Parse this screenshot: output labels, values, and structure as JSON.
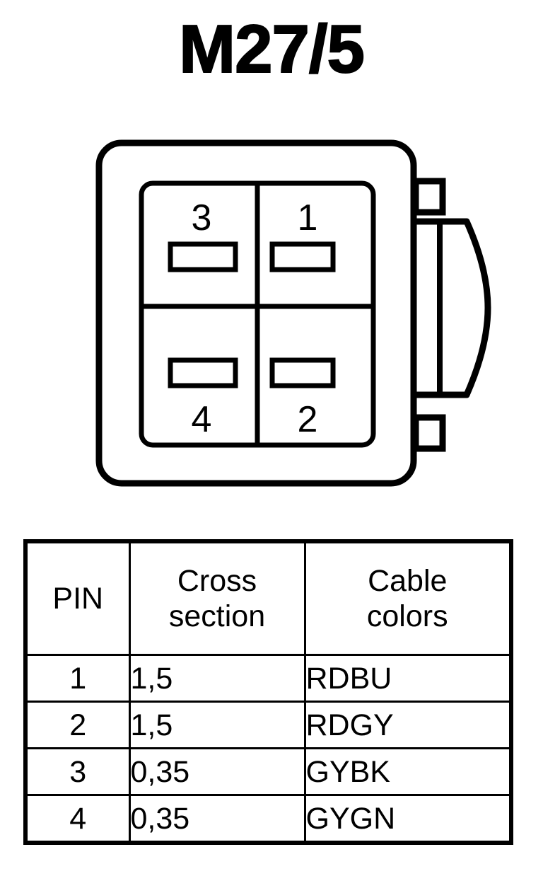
{
  "title": "M27/5",
  "connector": {
    "label": "connector-face-view",
    "cavities": [
      {
        "pin": "3",
        "position": "top-left",
        "number_position": "above-slot"
      },
      {
        "pin": "1",
        "position": "top-right",
        "number_position": "above-slot"
      },
      {
        "pin": "4",
        "position": "bottom-left",
        "number_position": "below-slot"
      },
      {
        "pin": "2",
        "position": "bottom-right",
        "number_position": "below-slot"
      }
    ],
    "latch": {
      "top_tab": "locking-tab-top",
      "bottom_tab": "locking-tab-bottom",
      "lever": "latch-lever"
    },
    "stroke_color": "#000000",
    "fill_color": "#ffffff"
  },
  "table": {
    "headers": {
      "pin": [
        "PIN"
      ],
      "cross_section": [
        "Cross",
        "section"
      ],
      "cable_colors": [
        "Cable",
        "colors"
      ]
    },
    "rows": [
      {
        "pin": "1",
        "cross_section": "1,5",
        "cable_colors": "RDBU"
      },
      {
        "pin": "2",
        "cross_section": "1,5",
        "cable_colors": "RDGY"
      },
      {
        "pin": "3",
        "cross_section": "0,35",
        "cable_colors": "GYBK"
      },
      {
        "pin": "4",
        "cross_section": "0,35",
        "cable_colors": "GYGN"
      }
    ]
  }
}
